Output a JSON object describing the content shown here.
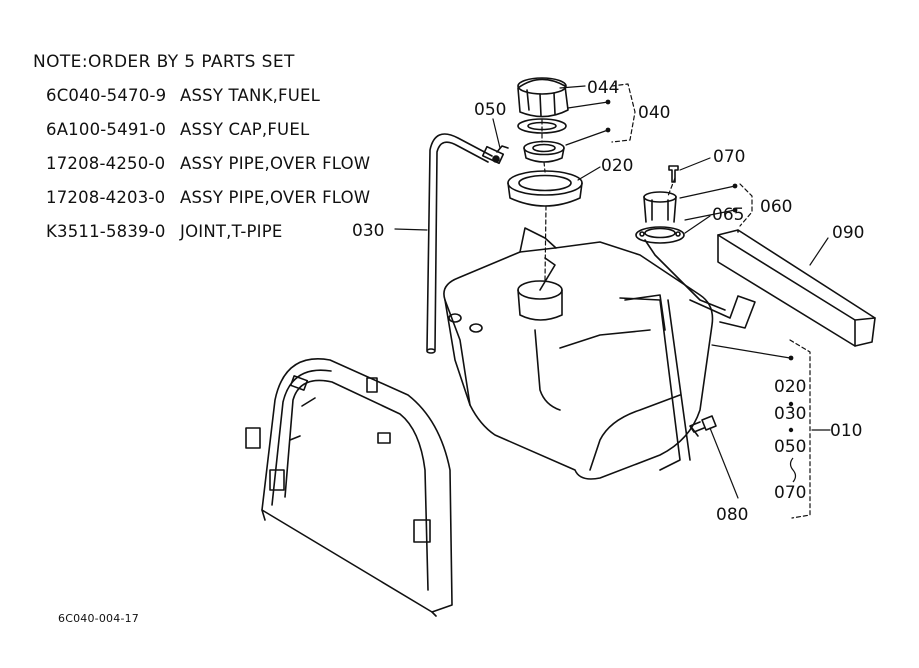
{
  "note": "NOTE:ORDER BY 5 PARTS SET",
  "parts_list": [
    {
      "part_no": "6C040-5470-9",
      "desc": "ASSY TANK,FUEL"
    },
    {
      "part_no": "6A100-5491-0",
      "desc": "ASSY CAP,FUEL"
    },
    {
      "part_no": "17208-4250-0",
      "desc": "ASSY PIPE,OVER FLOW"
    },
    {
      "part_no": "17208-4203-0",
      "desc": "ASSY PIPE,OVER FLOW"
    },
    {
      "part_no": "K3511-5839-0",
      "desc": "JOINT,T-PIPE"
    }
  ],
  "callouts": {
    "c044": "044",
    "c040": "040",
    "c050": "050",
    "c020_top": "020",
    "c070_top": "070",
    "c060": "060",
    "c065": "065",
    "c090": "090",
    "c030_left": "030",
    "c020_right": "020",
    "c030_right": "030",
    "c050_right": "050",
    "c070_right": "070",
    "c010": "010",
    "c080": "080"
  },
  "footer_code": "6C040-004-17"
}
